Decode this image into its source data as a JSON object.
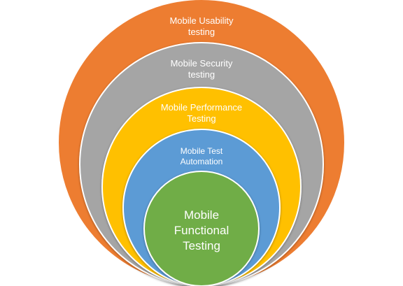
{
  "diagram": {
    "layers": [
      {
        "id": "usability",
        "lines": [
          "Mobile Usability",
          "testing"
        ],
        "color": "#ED7D31"
      },
      {
        "id": "security",
        "lines": [
          "Mobile Security",
          "testing"
        ],
        "color": "#A5A5A5"
      },
      {
        "id": "performance",
        "lines": [
          "Mobile Performance",
          "Testing"
        ],
        "color": "#FFC000"
      },
      {
        "id": "automation",
        "lines": [
          "Mobile Test",
          "Automation"
        ],
        "color": "#5B9BD5"
      },
      {
        "id": "functional",
        "lines": [
          "Mobile",
          "Functional",
          "Testing"
        ],
        "color": "#70AD47"
      }
    ]
  }
}
